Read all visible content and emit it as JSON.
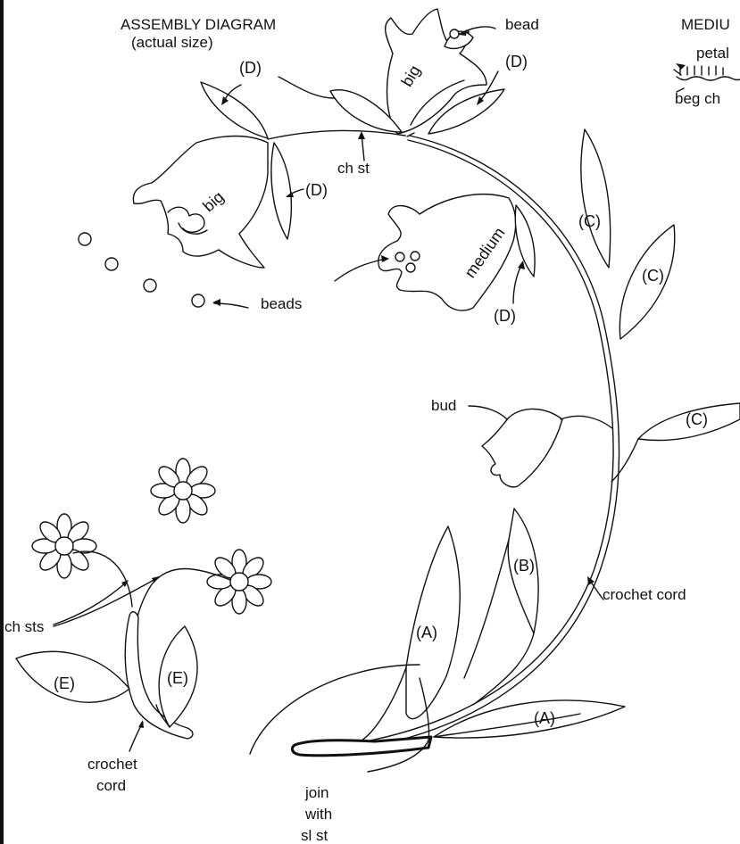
{
  "title": {
    "line1": "ASSEMBLY DIAGRAM",
    "line2": "(actual size)"
  },
  "side_panel": {
    "title": "MEDIU",
    "petal": "petal",
    "beg": "beg ch"
  },
  "labels": {
    "bead": "bead",
    "beads": "beads",
    "ch_st": "ch st",
    "ch_sts": "ch sts",
    "bud": "bud",
    "crochet_cord_right": "crochet cord",
    "crochet_cord_left_1": "crochet",
    "crochet_cord_left_2": "cord",
    "join_1": "join",
    "join_2": "with",
    "join_3": "sl st",
    "big_top": "big",
    "big_left": "big",
    "medium": "medium",
    "leaf_A_upper": "(A)",
    "leaf_A_lower": "(A)",
    "leaf_B": "(B)",
    "leaf_C1": "(C)",
    "leaf_C2": "(C)",
    "leaf_C3": "(C)",
    "leaf_D_top_left": "(D)",
    "leaf_D_top_right": "(D)",
    "leaf_D_left_mid": "(D)",
    "leaf_D_medium": "(D)",
    "leaf_E_left": "(E)",
    "leaf_E_right": "(E)"
  }
}
